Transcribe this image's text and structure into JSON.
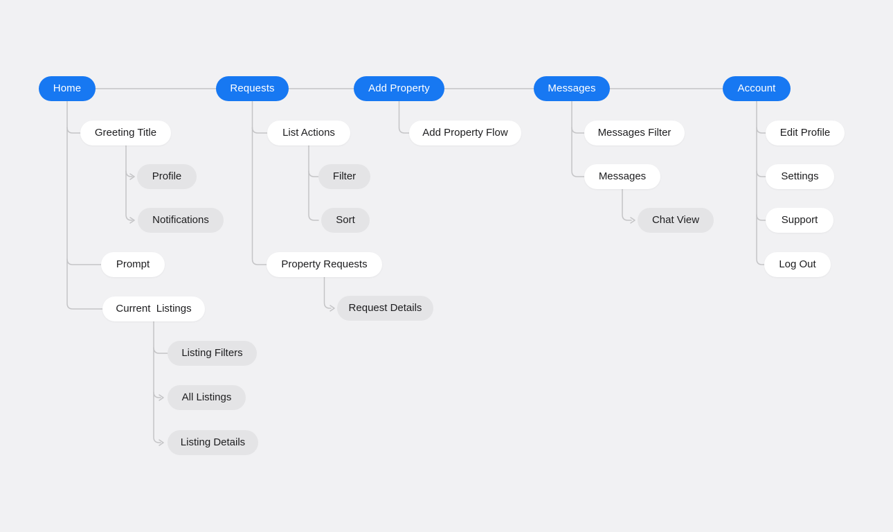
{
  "palette": {
    "background": "#F1F1F3",
    "primary": "#1778F2",
    "pill_white": "#FFFFFF",
    "pill_gray": "#E4E4E6",
    "connector": "#C4C4C6",
    "text_dark": "#1C1C1E",
    "text_light": "#FFFFFF"
  },
  "tree": [
    {
      "label": "Home",
      "children": [
        {
          "label": "Greeting Title",
          "children": [
            {
              "label": "Profile"
            },
            {
              "label": "Notifications"
            }
          ]
        },
        {
          "label": "Prompt"
        },
        {
          "label": "Current  Listings",
          "children": [
            {
              "label": "Listing Filters"
            },
            {
              "label": "All Listings"
            },
            {
              "label": "Listing Details"
            }
          ]
        }
      ]
    },
    {
      "label": "Requests",
      "children": [
        {
          "label": "List Actions",
          "children": [
            {
              "label": "Filter"
            },
            {
              "label": "Sort"
            }
          ]
        },
        {
          "label": "Property Requests",
          "children": [
            {
              "label": "Request Details"
            }
          ]
        }
      ]
    },
    {
      "label": "Add Property",
      "children": [
        {
          "label": "Add Property Flow"
        }
      ]
    },
    {
      "label": "Messages",
      "children": [
        {
          "label": "Messages Filter"
        },
        {
          "label": "Messages",
          "children": [
            {
              "label": "Chat View"
            }
          ]
        }
      ]
    },
    {
      "label": "Account",
      "children": [
        {
          "label": "Edit Profile"
        },
        {
          "label": "Settings"
        },
        {
          "label": "Support"
        },
        {
          "label": "Log Out"
        }
      ]
    }
  ]
}
